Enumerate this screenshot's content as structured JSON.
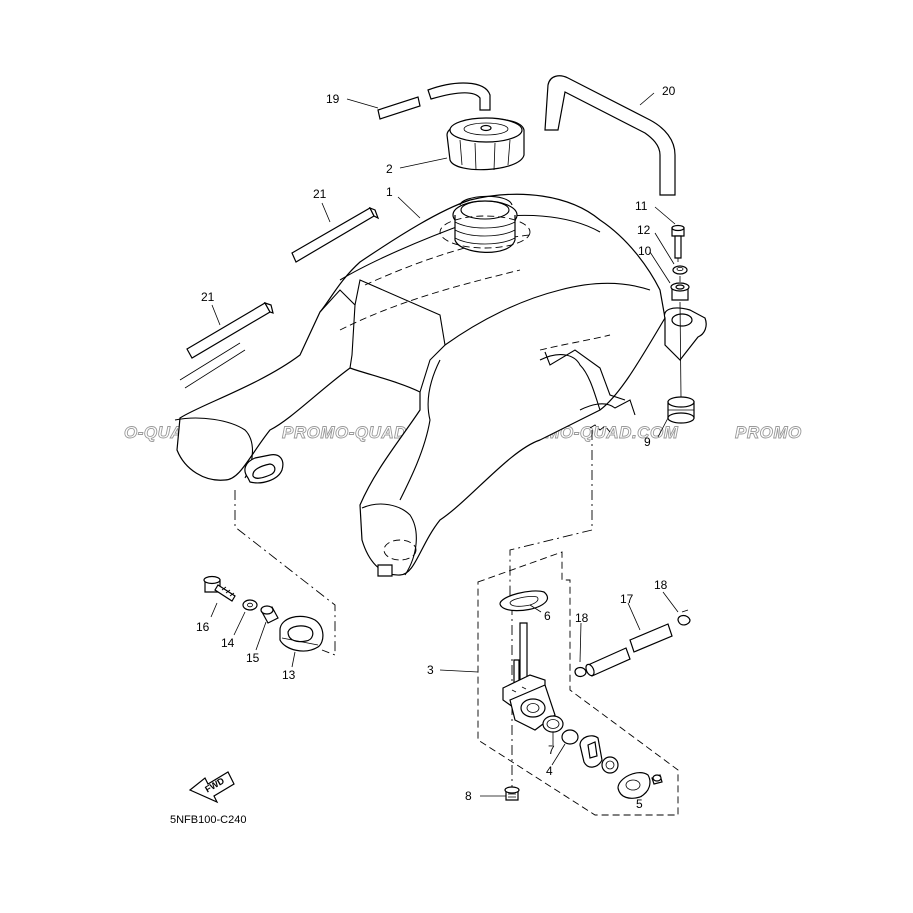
{
  "watermark": {
    "texts": [
      "O-QUAD.COM",
      "PROMO-QUAD.COM",
      "PROMO-QUAD.COM",
      "PROMO"
    ]
  },
  "diagram_code": "5NFB100-C240",
  "fwd_label": "FWD",
  "callouts": [
    {
      "id": "c1",
      "text": "1"
    },
    {
      "id": "c2",
      "text": "2"
    },
    {
      "id": "c3",
      "text": "3"
    },
    {
      "id": "c4",
      "text": "4"
    },
    {
      "id": "c5",
      "text": "5"
    },
    {
      "id": "c6",
      "text": "6"
    },
    {
      "id": "c7",
      "text": "7"
    },
    {
      "id": "c8",
      "text": "8"
    },
    {
      "id": "c9",
      "text": "9"
    },
    {
      "id": "c10",
      "text": "10"
    },
    {
      "id": "c11",
      "text": "11"
    },
    {
      "id": "c12",
      "text": "12"
    },
    {
      "id": "c13",
      "text": "13"
    },
    {
      "id": "c14",
      "text": "14"
    },
    {
      "id": "c15",
      "text": "15"
    },
    {
      "id": "c16",
      "text": "16"
    },
    {
      "id": "c17",
      "text": "17"
    },
    {
      "id": "c18a",
      "text": "18"
    },
    {
      "id": "c18b",
      "text": "18"
    },
    {
      "id": "c19",
      "text": "19"
    },
    {
      "id": "c20",
      "text": "20"
    },
    {
      "id": "c21a",
      "text": "21"
    },
    {
      "id": "c21b",
      "text": "21"
    }
  ]
}
